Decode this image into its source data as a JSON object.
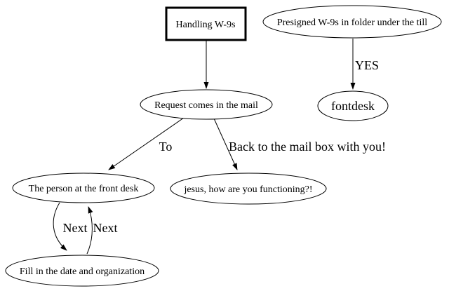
{
  "diagram": {
    "type": "flowchart",
    "background_color": "#ffffff",
    "line_color": "#000000",
    "text_color": "#000000",
    "nodes": {
      "handling": {
        "label": "Handling W-9s",
        "shape": "rectangle-bold"
      },
      "presigned": {
        "label": "Presigned W-9s in folder under the till",
        "shape": "ellipse"
      },
      "request": {
        "label": "Request comes in the mail",
        "shape": "ellipse"
      },
      "fontdesk": {
        "label": "fontdesk",
        "shape": "ellipse"
      },
      "person": {
        "label": "The person at the front desk",
        "shape": "ellipse"
      },
      "jesus": {
        "label": "jesus, how are you functioning?!",
        "shape": "ellipse"
      },
      "fill_in": {
        "label": "Fill in the date and organization",
        "shape": "ellipse"
      }
    },
    "edges": [
      {
        "from": "handling",
        "to": "request",
        "label": ""
      },
      {
        "from": "presigned",
        "to": "fontdesk",
        "label": "YES"
      },
      {
        "from": "request",
        "to": "person",
        "label": "To"
      },
      {
        "from": "request",
        "to": "jesus",
        "label": "Back to the mail box with you!"
      },
      {
        "from": "person",
        "to": "fill_in",
        "label": "Next"
      },
      {
        "from": "fill_in",
        "to": "person",
        "label": "Next"
      }
    ]
  }
}
